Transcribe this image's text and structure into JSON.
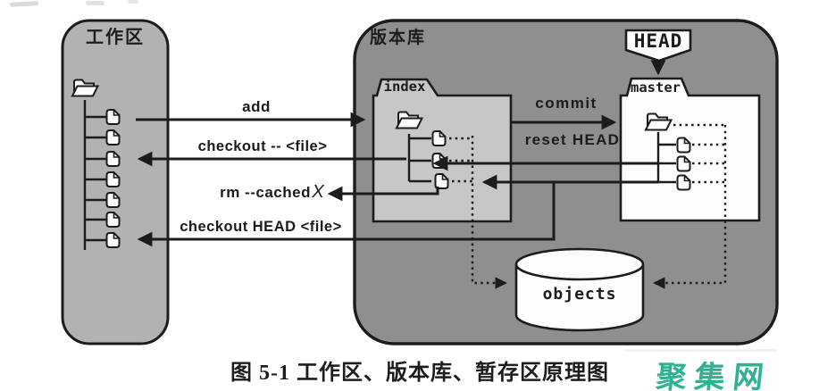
{
  "palette": {
    "page_bg": "#ffffff",
    "line": "#1c1c1c",
    "working_area_fill": "#b2b2b0",
    "repository_fill": "#8f8f8d",
    "index_fill": "#c7c7c5",
    "folder_fill": "#fdfdfd",
    "watermark": "#2eb28f",
    "caption_color": "#1d1d1d",
    "artifact": "#c4c4c4"
  },
  "panels": {
    "working_area": "工作区",
    "repository": "版本库"
  },
  "folders": {
    "index": "index",
    "master": "master"
  },
  "head_tag": "HEAD",
  "objects_db": "objects",
  "commands": {
    "add": "add",
    "commit": "commit",
    "checkout_file": "checkout -- <file>",
    "reset_head": "reset HEAD",
    "rm_cached": "rm --cached",
    "rm_cached_x": "X",
    "checkout_head": "checkout HEAD <file>"
  },
  "caption": "图 5-1  工作区、版本库、暂存区原理图",
  "watermark": "聚集网"
}
